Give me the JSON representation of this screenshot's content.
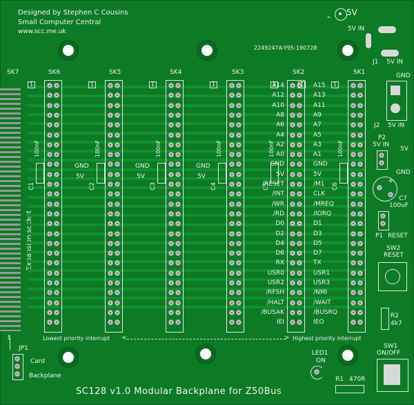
{
  "designer": {
    "line1": "Designed by Stephen C Cousins",
    "line2": "Small Computer Central",
    "line3": "www.scc.me.uk"
  },
  "serial": "2249247A-Y95-190728",
  "title": "SC128 v1.0 Modular Backplane for Z50Bus",
  "sockets": [
    "SK7",
    "SK6",
    "SK5",
    "SK4",
    "SK3",
    "SK2",
    "SK1"
  ],
  "pin1_mark": "1",
  "left_signals": [
    "A14",
    "A12",
    "A10",
    "A8",
    "A6",
    "A4",
    "A2",
    "A0",
    "GND",
    "5V",
    "/RESET",
    "/INT",
    "/WR",
    "/RD",
    "D0",
    "D2",
    "D4",
    "D6",
    "RX",
    "USR0",
    "USR2",
    "/RFSH",
    "/HALT",
    "/BUSAK",
    "IEI"
  ],
  "right_signals": [
    "A15",
    "A13",
    "A11",
    "A9",
    "A7",
    "A5",
    "A3",
    "A1",
    "GND",
    "5V",
    "/M1",
    "CLK",
    "/MREQ",
    "/IORQ",
    "D1",
    "D3",
    "D5",
    "D7",
    "TX",
    "USR1",
    "USR3",
    "/NMI",
    "/WAIT",
    "/BUSRQ",
    "IEO"
  ],
  "bus_labels": {
    "gnd": "GND",
    "v5": "5V"
  },
  "caps": {
    "value": "100nF",
    "refs": [
      "C1",
      "C2",
      "C3",
      "C4",
      "C5",
      "C6"
    ]
  },
  "expansion": "Expansion socket",
  "priority": {
    "low": "Lowest priority interrupt",
    "high": "Highest priority interrupt"
  },
  "jumper": {
    "ref": "JP1",
    "card": "Card",
    "backplane": "Backplane"
  },
  "power": {
    "dc_jack": "5V",
    "dc_in_label": "5V IN",
    "j1": "J1",
    "j1_label": "5V IN",
    "gnd": "GND",
    "j2": "J2",
    "j2_label": "5V IN",
    "p2": "P2",
    "p2_label": "5V IN",
    "v5": "5V",
    "gnd2": "GND",
    "c7_ref": "C7",
    "c7_value": "100uF",
    "p1": "P1",
    "p1_label": "RESET",
    "sw2": "SW2",
    "sw2_label": "RESET",
    "r2": "R2",
    "r2_value": "4k7",
    "sw1": "SW1",
    "sw1_label": "ON/OFF",
    "led": "LED1",
    "led_label": "ON",
    "r1": "R1",
    "r1_value": "470R"
  }
}
